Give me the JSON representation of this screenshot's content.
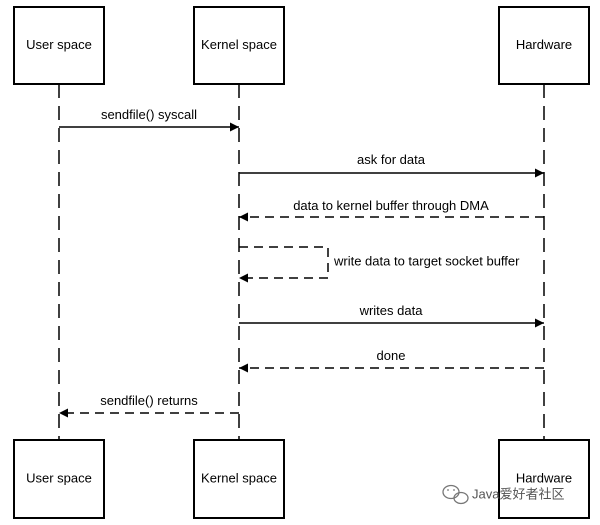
{
  "participants": [
    {
      "id": "user",
      "label": "User space"
    },
    {
      "id": "kernel",
      "label": "Kernel space"
    },
    {
      "id": "hardware",
      "label": "Hardware"
    }
  ],
  "messages": [
    {
      "from": "user",
      "to": "kernel",
      "label": "sendfile() syscall",
      "style": "solid"
    },
    {
      "from": "kernel",
      "to": "hardware",
      "label": "ask for data",
      "style": "solid"
    },
    {
      "from": "hardware",
      "to": "kernel",
      "label": "data to kernel buffer through DMA",
      "style": "dashed"
    },
    {
      "from": "kernel",
      "to": "kernel",
      "label": "write data to target socket buffer",
      "style": "dashed"
    },
    {
      "from": "kernel",
      "to": "hardware",
      "label": "writes data",
      "style": "solid"
    },
    {
      "from": "hardware",
      "to": "kernel",
      "label": "done",
      "style": "dashed"
    },
    {
      "from": "kernel",
      "to": "user",
      "label": "sendfile() returns",
      "style": "dashed"
    }
  ],
  "watermark": {
    "text": "Java爱好者社区",
    "icon": "wechat-icon"
  },
  "colors": {
    "line": "#000000",
    "background": "#ffffff"
  }
}
